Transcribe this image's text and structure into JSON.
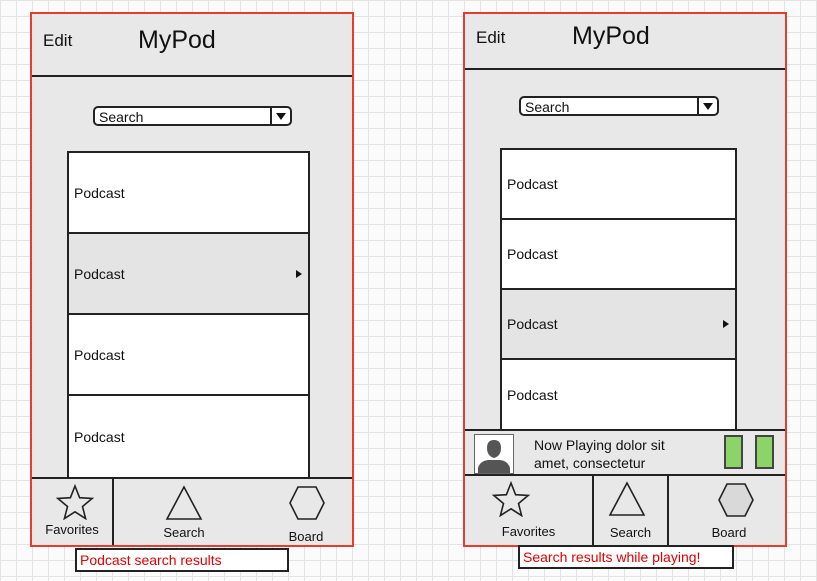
{
  "colors": {
    "frame_border": "#e63c2f",
    "caption_text": "#e00000",
    "play_button": "#8cd46a",
    "selected_row": "#e4e4e4"
  },
  "phone_a": {
    "edit_label": "Edit",
    "title": "MyPod",
    "search": {
      "value": "Search"
    },
    "rows": [
      {
        "label": "Podcast"
      },
      {
        "label": "Podcast",
        "selected": true
      },
      {
        "label": "Podcast"
      },
      {
        "label": "Podcast"
      }
    ],
    "tabs": [
      {
        "label": "Favorites",
        "icon": "star-icon"
      },
      {
        "label": "Search",
        "icon": "triangle-icon"
      },
      {
        "label": "Board",
        "icon": "hexagon-icon"
      }
    ],
    "caption": "Podcast search results"
  },
  "phone_b": {
    "edit_label": "Edit",
    "title": "MyPod",
    "search": {
      "value": "Search"
    },
    "rows": [
      {
        "label": "Podcast"
      },
      {
        "label": "Podcast"
      },
      {
        "label": "Podcast",
        "selected": true
      },
      {
        "label": "Podcast"
      }
    ],
    "now_playing": {
      "text": "Now Playing dolor sit amet, consectetur",
      "avatar_icon": "person-avatar-icon"
    },
    "tabs": [
      {
        "label": "Favorites",
        "icon": "star-icon"
      },
      {
        "label": "Search",
        "icon": "triangle-icon"
      },
      {
        "label": "Board",
        "icon": "hexagon-icon"
      }
    ],
    "caption": "Search results while playing!"
  }
}
